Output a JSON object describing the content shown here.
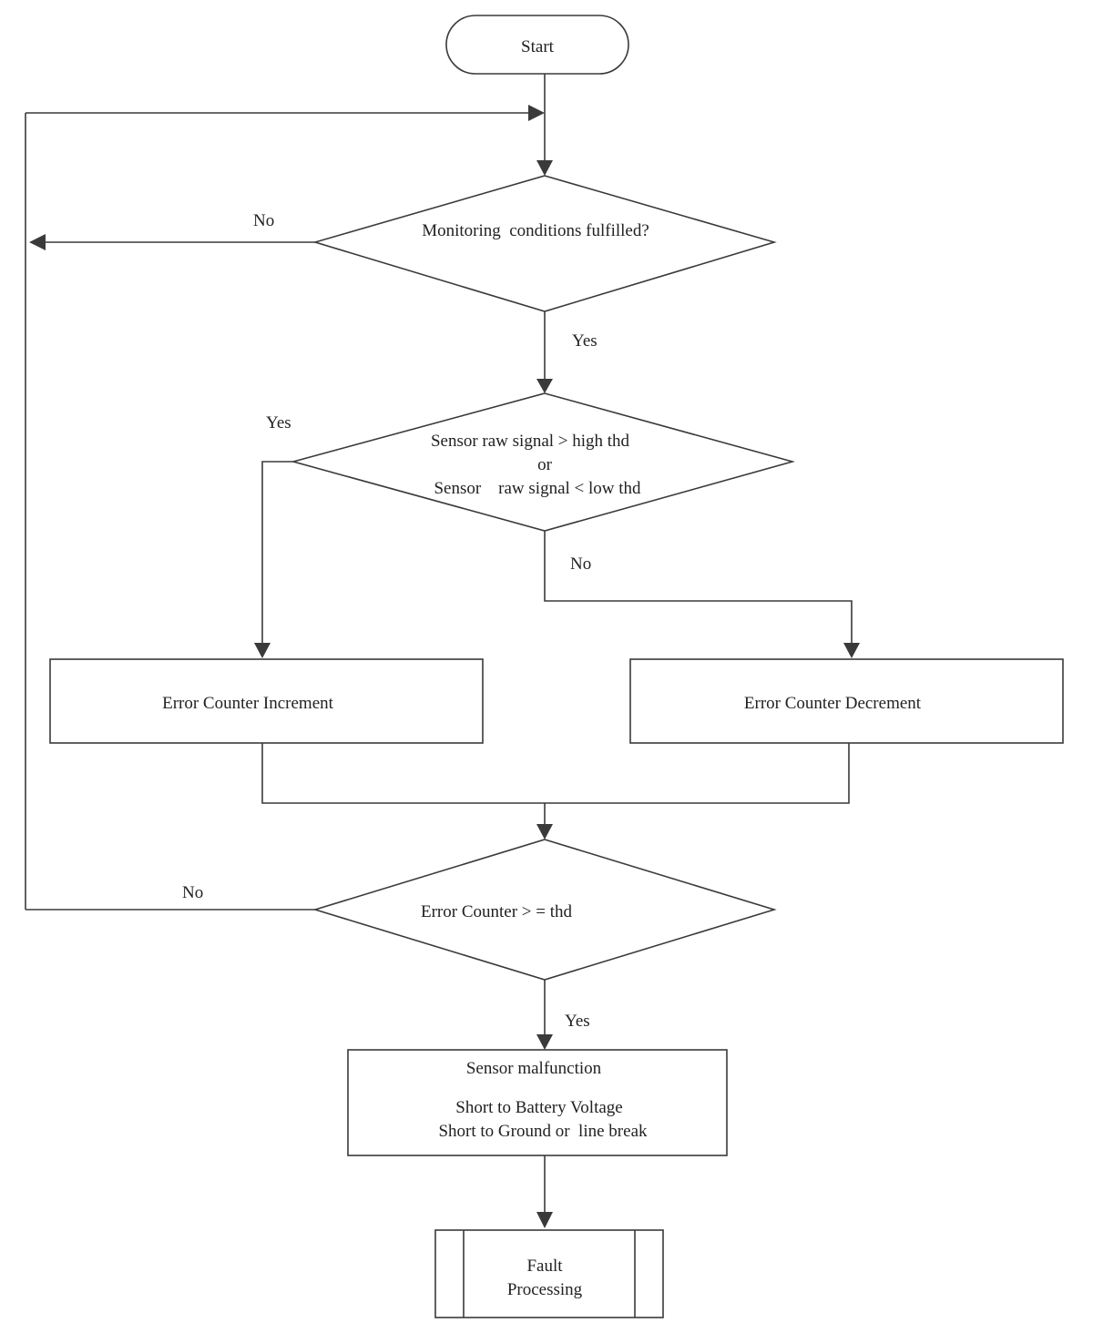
{
  "flowchart": {
    "start": "Start",
    "decision_monitoring": "Monitoring  conditions fulfilled?",
    "decision_monitoring_no": "No",
    "decision_monitoring_yes": "Yes",
    "decision_signal": {
      "line1": "Sensor raw signal > high thd",
      "line2": "or",
      "line3": "Sensor    raw signal < low thd"
    },
    "decision_signal_yes": "Yes",
    "decision_signal_no": "No",
    "process_increment": "Error Counter Increment",
    "process_decrement": "Error Counter Decrement",
    "decision_counter": "Error Counter > = thd",
    "decision_counter_no": "No",
    "decision_counter_yes": "Yes",
    "malfunction": {
      "title": "Sensor malfunction",
      "line1": "Short to Battery Voltage",
      "line2": "Short to Ground or  line break"
    },
    "fault_processing": {
      "line1": "Fault",
      "line2": "Processing"
    }
  }
}
